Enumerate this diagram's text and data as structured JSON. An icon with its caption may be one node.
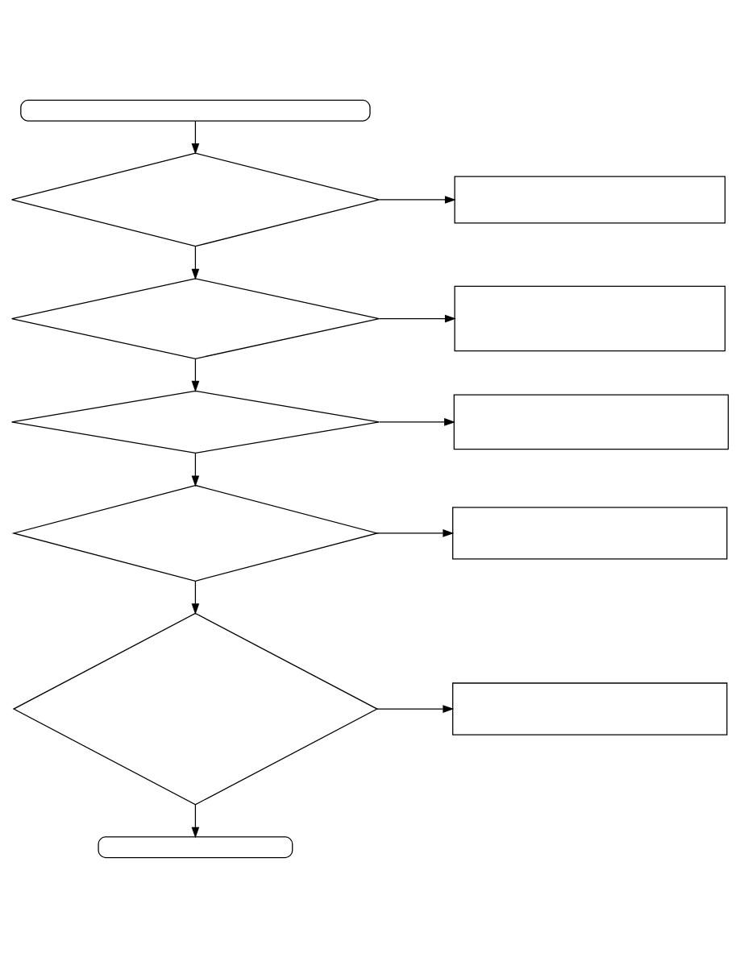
{
  "diagram": {
    "nodes": [
      {
        "text": [],
        "shape": "terminal"
      },
      {
        "text": [],
        "shape": "diamond"
      },
      {
        "text": [],
        "shape": "box"
      },
      {
        "text": [],
        "shape": "diamond"
      },
      {
        "text": [],
        "shape": "box"
      },
      {
        "text": [],
        "shape": "diamond"
      },
      {
        "text": [],
        "shape": "box"
      },
      {
        "text": [],
        "shape": "diamond"
      },
      {
        "text": [],
        "shape": "box"
      },
      {
        "text": [],
        "shape": "diamond"
      },
      {
        "text": [],
        "shape": "box"
      },
      {
        "text": [],
        "shape": "terminal"
      }
    ],
    "edges": [
      {
        "from": 0,
        "to": 1,
        "arrow": "to"
      },
      {
        "from": 1,
        "to": 2,
        "arrow": "to"
      },
      {
        "from": 1,
        "to": 3,
        "arrow": "to"
      },
      {
        "from": 3,
        "to": 4,
        "arrow": "to"
      },
      {
        "from": 3,
        "to": 5,
        "arrow": "to"
      },
      {
        "from": 5,
        "to": 6,
        "arrow": "to"
      },
      {
        "from": 5,
        "to": 7,
        "arrow": "to"
      },
      {
        "from": 7,
        "to": 8,
        "arrow": "to"
      },
      {
        "from": 7,
        "to": 9,
        "arrow": "to"
      },
      {
        "from": 9,
        "to": 10,
        "arrow": "to"
      },
      {
        "from": 9,
        "to": 11,
        "arrow": "to"
      }
    ]
  }
}
